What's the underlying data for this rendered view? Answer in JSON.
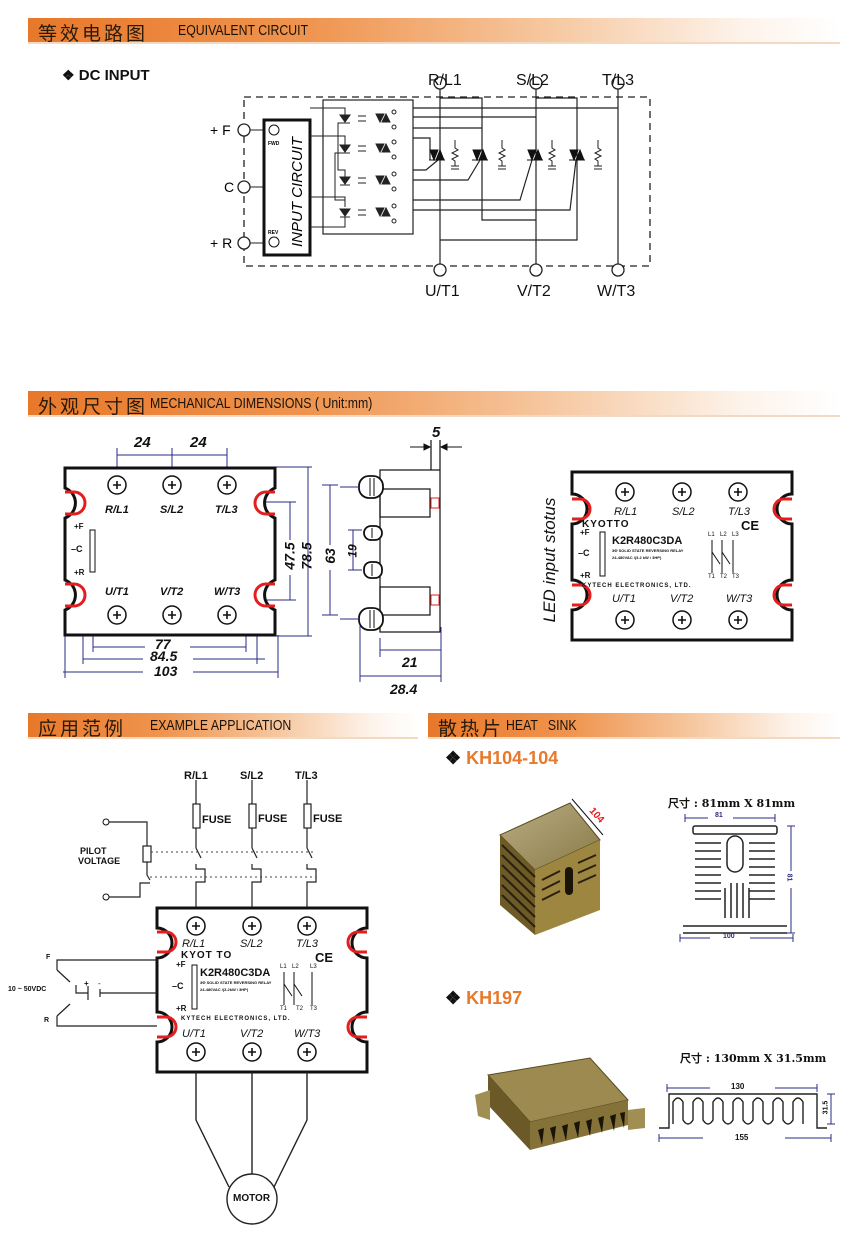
{
  "sections": {
    "equivalent_circuit": {
      "title_zh": "等效电路图",
      "title_en": "EQUIVALENT CIRCUIT"
    },
    "mechanical": {
      "title_zh": "外观尺寸图",
      "title_en": "MECHANICAL DIMENSIONS ( Unit:mm)"
    },
    "application": {
      "title_zh": "应用范例",
      "title_en": "EXAMPLE APPLICATION"
    },
    "heatsink": {
      "title_zh": "散热片",
      "title_en": "HEAT   SINK"
    }
  },
  "circuit": {
    "subtitle": "DC INPUT",
    "inputs": [
      "+ F",
      "C",
      "+ R"
    ],
    "input_block_label": "INPUT CIRCUIT",
    "led_fwd": "FWD",
    "led_rev": "REV",
    "line_terminals": [
      "R/L1",
      "S/L2",
      "T/L3"
    ],
    "load_terminals": [
      "U/T1",
      "V/T2",
      "W/T3"
    ]
  },
  "mechanical": {
    "top_terminals": [
      "R/L1",
      "S/L2",
      "T/L3"
    ],
    "bottom_terminals": [
      "U/T1",
      "V/T2",
      "W/T3"
    ],
    "input_labels": [
      "+F",
      "–C",
      "+R"
    ],
    "dims": {
      "pitch1": "24",
      "pitch2": "24",
      "width_77": "77",
      "width_84_5": "84.5",
      "width_103": "103",
      "height_47_5": "47.5",
      "height_78_5": "78.5",
      "height_63": "63",
      "side_5": "5",
      "side_19": "19",
      "side_21": "21",
      "side_28_4": "28.4"
    },
    "led_caption": "LED input stotus",
    "brand": "KYOTTO",
    "model": "K2R480C3DA",
    "model_line1": "3Φ SOLID STATE REVERSING RELAY",
    "model_line2": "24-480VAC /(3.2 kW / 3HP)",
    "maker": "KYTECH ELECTRONICS, LTD.",
    "ce": "CE",
    "schematic_top": [
      "L1",
      "L2",
      "L3"
    ],
    "schematic_bottom": [
      "T1",
      "T2",
      "T3"
    ]
  },
  "application": {
    "lines": [
      "R/L1",
      "S/L2",
      "T/L3"
    ],
    "fuse_label": "FUSE",
    "pilot_label_1": "PILOT",
    "pilot_label_2": "VOLTAGE",
    "supply": "10 ~ 50VDC",
    "f_label": "F",
    "r_label": "R",
    "plus": "+",
    "minus": "-",
    "brand": "KYOT TO",
    "model": "K2R480C3DA",
    "model_line1": "3Φ SOLID STATE REVERSING RELAY",
    "model_line2": "24-480VAC /(3.2kW / 3HP)",
    "maker": "KYTECH ELECTRONICS, LTD.",
    "top_terminals": [
      "R/L1",
      "S/L2",
      "T/L3"
    ],
    "bottom_terminals": [
      "U/T1",
      "V/T2",
      "W/T3"
    ],
    "input_labels": [
      "+F",
      "–C",
      "+R"
    ],
    "motor": "MOTOR"
  },
  "heatsinks": [
    {
      "model": "KH104-104",
      "photo_dim": "104",
      "size_text": "尺寸 : 81mm X 81mm",
      "dim_top": "81",
      "dim_side": "81",
      "dim_bottom": "100"
    },
    {
      "model": "KH197",
      "size_text": "尺寸 : 130mm X 31.5mm",
      "dim_top": "130",
      "dim_side": "31.5",
      "dim_bottom": "155"
    }
  ],
  "colors": {
    "accent": "#e8782a",
    "dim_line": "#2b2b8a",
    "red_slot": "#e41e1e"
  }
}
